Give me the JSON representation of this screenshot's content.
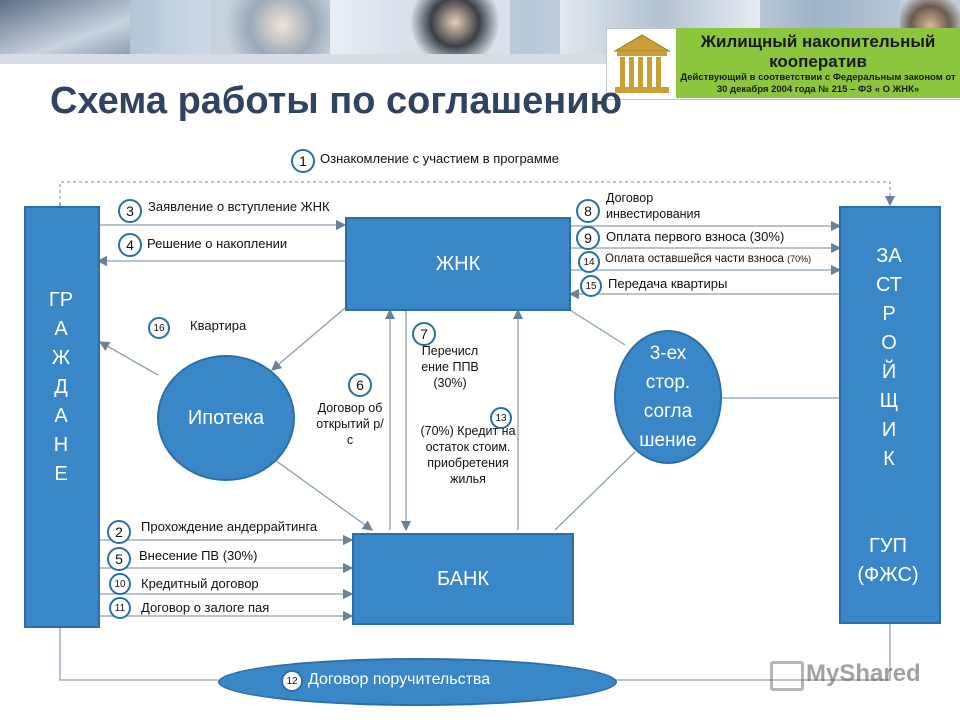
{
  "header": {
    "coop_title": "Жилищный накопительный кооператив",
    "coop_subtitle": "Действующий в соответствии с Федеральным законом от 30 декабря 2004 года № 215 – ФЗ « О ЖНК»"
  },
  "title": "Схема работы по соглашению",
  "colors": {
    "box_fill": "#3a87c8",
    "box_border": "#2c6ea8",
    "title": "#30435f",
    "logo_green": "#8cc63f"
  },
  "nodes": {
    "citizens": "ГРАЖДАНЕ",
    "builder_letters": "ЗАСТРОЙЩИК",
    "builder_suffix": "ГУП (ФЖС)",
    "zhnk": "ЖНК",
    "bank": "БАНК",
    "mortgage": "Ипотека",
    "tripartite": "3-ех стор. согла шение",
    "guarantee": "Договор поручительства"
  },
  "steps": {
    "s1": {
      "num": "1",
      "text": "Ознакомление с участием в программе"
    },
    "s2": {
      "num": "2",
      "text": "Прохождение андеррайтинга"
    },
    "s3": {
      "num": "3",
      "text": "Заявление о вступление ЖНК"
    },
    "s4": {
      "num": "4",
      "text": "Решение о накоплении"
    },
    "s5": {
      "num": "5",
      "text": "Внесение ПВ (30%)"
    },
    "s6": {
      "num": "6",
      "text": "Договор об открытий р/с"
    },
    "s7": {
      "num": "7",
      "text": "Перечисл ение ППВ (30%)"
    },
    "s8": {
      "num": "8",
      "text": "Договор инвестирования"
    },
    "s9": {
      "num": "9",
      "text": "Оплата первого взноса (30%)"
    },
    "s10": {
      "num": "10",
      "text": "Кредитный договор"
    },
    "s11": {
      "num": "11",
      "text": "Договор о залоге пая"
    },
    "s12": {
      "num": "12",
      "text": "Договор поручительства"
    },
    "s13": {
      "num": "13",
      "text": "(70%) Кредит на остаток стоим. приобретения жилья"
    },
    "s14": {
      "num": "14",
      "text": "Оплата оставшейся части взноса",
      "pct": "(70%)"
    },
    "s15": {
      "num": "15",
      "text": "Передача квартиры"
    },
    "s16": {
      "num": "16",
      "text": "Квартира"
    }
  },
  "watermark": "MyShared"
}
